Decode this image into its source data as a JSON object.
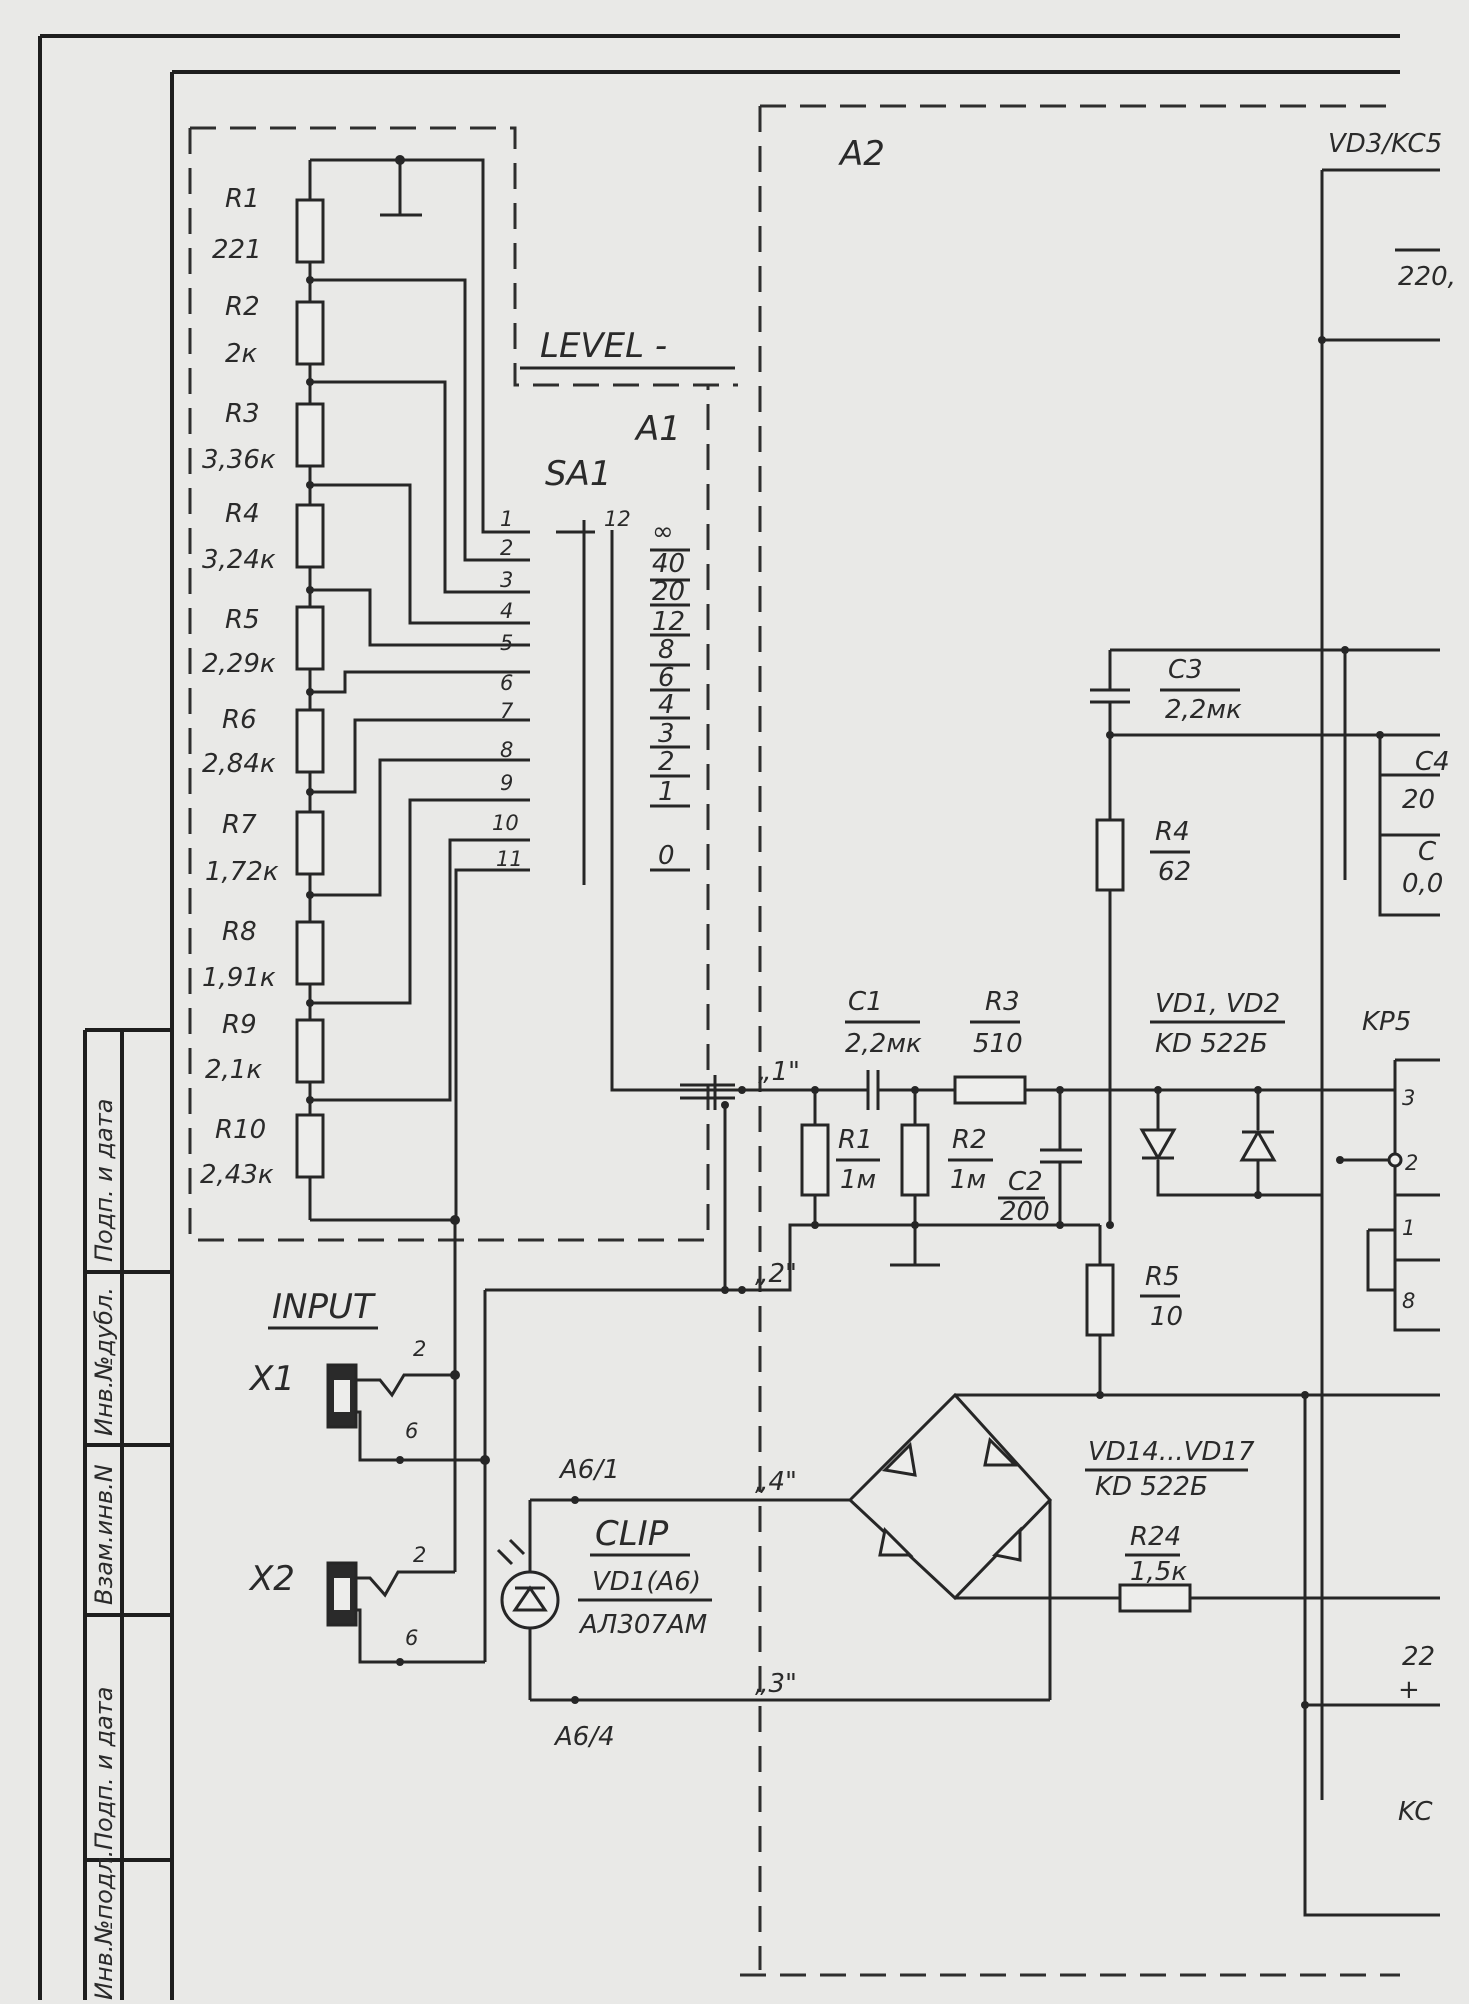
{
  "sheet": {
    "left_part": {
      "title": "LEVEL -",
      "block": "A1",
      "switch": "SA1",
      "switch_contact": "12",
      "resistors": [
        {
          "ref": "R1",
          "value": "221"
        },
        {
          "ref": "R2",
          "value": "2к"
        },
        {
          "ref": "R3",
          "value": "3,36к"
        },
        {
          "ref": "R4",
          "value": "3,24к"
        },
        {
          "ref": "R5",
          "value": "2,29к"
        },
        {
          "ref": "R6",
          "value": "2,84к"
        },
        {
          "ref": "R7",
          "value": "1,72к"
        },
        {
          "ref": "R8",
          "value": "1,91к"
        },
        {
          "ref": "R9",
          "value": "2,1к"
        },
        {
          "ref": "R10",
          "value": "2,43к"
        }
      ],
      "positions": [
        "1",
        "2",
        "3",
        "4",
        "5",
        "6",
        "7",
        "8",
        "9",
        "10",
        "11"
      ],
      "db_scale": [
        "∞",
        "40",
        "20",
        "12",
        "8",
        "6",
        "4",
        "3",
        "2",
        "1",
        "0"
      ]
    },
    "inputs": {
      "title": "INPUT",
      "x1": {
        "ref": "X1",
        "pin_a": "2",
        "pin_b": "6"
      },
      "x2": {
        "ref": "X2",
        "pin_a": "2",
        "pin_b": "6"
      }
    },
    "clip": {
      "title": "CLIP",
      "ref": "VD1(A6)",
      "part": "АЛ307АМ",
      "pin_top": "A6/1",
      "pin_bottom": "A6/4"
    },
    "main_block": {
      "block": "A2",
      "top_right_ref": "VD3/KC5",
      "top_right_value": "220,",
      "nodes": [
        "„1\"",
        "„2\"",
        "„3\"",
        "„4\""
      ],
      "parts": {
        "C1": {
          "ref": "C1",
          "value": "2,2мк"
        },
        "R3": {
          "ref": "R3",
          "value": "510"
        },
        "R1": {
          "ref": "R1",
          "value": "1м"
        },
        "R2": {
          "ref": "R2",
          "value": "1м"
        },
        "C2": {
          "ref": "C2",
          "value": "200"
        },
        "C3": {
          "ref": "C3",
          "value": "2,2мк"
        },
        "R4": {
          "ref": "R4",
          "value": "62"
        },
        "R5": {
          "ref": "R5",
          "value": "10"
        },
        "diodes": {
          "ref": "VD1, VD2",
          "value": "KD 522Б"
        },
        "bridge": {
          "ref": "VD14...VD17",
          "value": "KD 522Б"
        },
        "R24": {
          "ref": "R24",
          "value": "1,5к"
        }
      },
      "cut_labels": [
        "C4",
        "20",
        "C",
        "0,0",
        "KP5",
        "22",
        "+",
        "KC"
      ],
      "chip_pins": [
        "3",
        "2",
        "1",
        "8"
      ]
    },
    "stamp_column": [
      "Инв.№подл.",
      "Подп. и дата",
      "Взам.инв.N",
      "Инв.№дубл.",
      "Подп. и дата"
    ]
  }
}
